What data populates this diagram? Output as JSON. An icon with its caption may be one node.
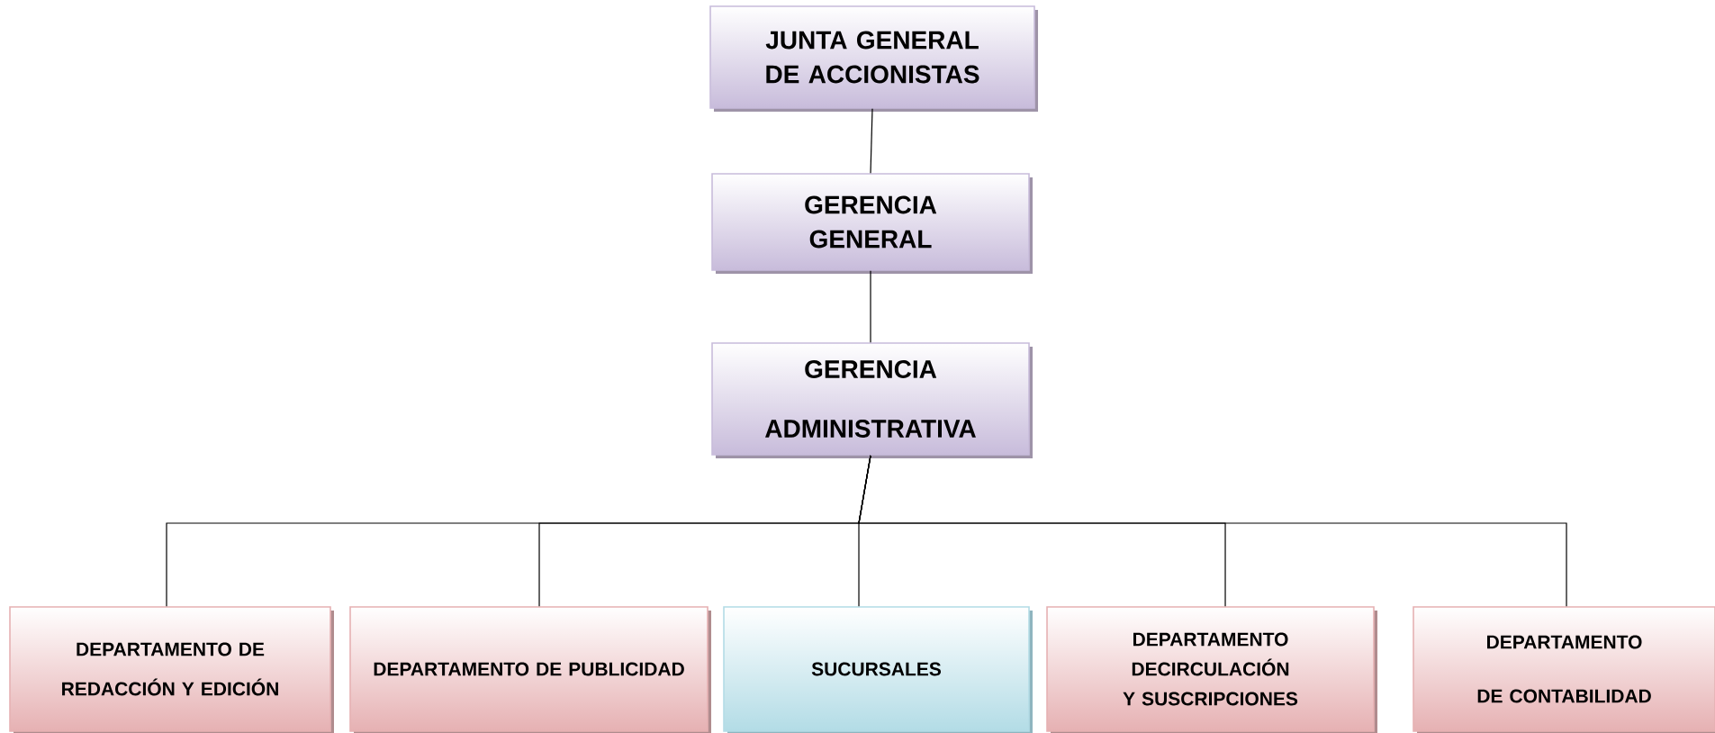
{
  "diagram": {
    "nodes": [
      {
        "text": [
          "JUNTA GENERAL DE ACCIONISTAS"
        ]
      },
      {
        "text": [
          "GERENCIA GENERAL"
        ]
      },
      {
        "text": [
          "GERENCIA ADMINISTRATIVA"
        ]
      },
      {
        "text": [
          "DEPARTAMENTO DE REDACCIÓN Y EDICIÓN"
        ]
      },
      {
        "text": [
          "DEPARTAMENTO DE PUBLICIDAD"
        ]
      },
      {
        "text": [
          "SUCURSALES"
        ]
      },
      {
        "text": [
          "DEPARTAMENTO DECIRCULACIÓN Y SUSCRIPCIONES"
        ]
      },
      {
        "text": [
          "DEPARTAMENTO DE CONTABILIDAD"
        ]
      }
    ],
    "edges": [
      {
        "from": 0,
        "to": 1,
        "arrow": "none"
      },
      {
        "from": 1,
        "to": 2,
        "arrow": "none"
      },
      {
        "from": 2,
        "to": 3,
        "arrow": "none"
      },
      {
        "from": 2,
        "to": 4,
        "arrow": "none"
      },
      {
        "from": 2,
        "to": 5,
        "arrow": "none"
      },
      {
        "from": 2,
        "to": 6,
        "arrow": "none"
      },
      {
        "from": 2,
        "to": 7,
        "arrow": "none"
      }
    ]
  }
}
